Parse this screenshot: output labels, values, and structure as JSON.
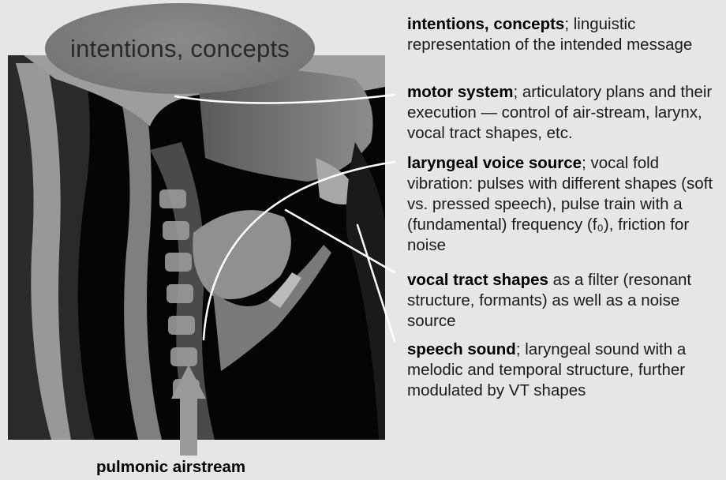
{
  "bubble": {
    "label": "intentions, concepts"
  },
  "annotations": [
    {
      "term": "intentions, concepts",
      "desc": "; linguistic representation of the intended message"
    },
    {
      "term": "motor system",
      "desc": "; articulatory plans and their execution — control of air-stream, larynx, vocal tract shapes, etc."
    },
    {
      "term": "laryngeal voice source",
      "desc": "; vocal fold vibration: pulses with different shapes (soft vs. pressed speech), pulse train with a (fundamental) frequency (f₀), friction for noise"
    },
    {
      "term": "vocal tract shapes",
      "desc": " as a filter (resonant structure, formants) as well as a noise source"
    },
    {
      "term": "speech sound",
      "desc": "; laryngeal sound with a melodic and temporal structure, further modulated by VT shapes"
    }
  ],
  "airstream": {
    "label": "pulmonic airstream"
  },
  "colors": {
    "background": "#e6e6e6",
    "bubble": "#7a7a7a",
    "arrow": "#9a9a9a",
    "connector": "#ffffff"
  }
}
